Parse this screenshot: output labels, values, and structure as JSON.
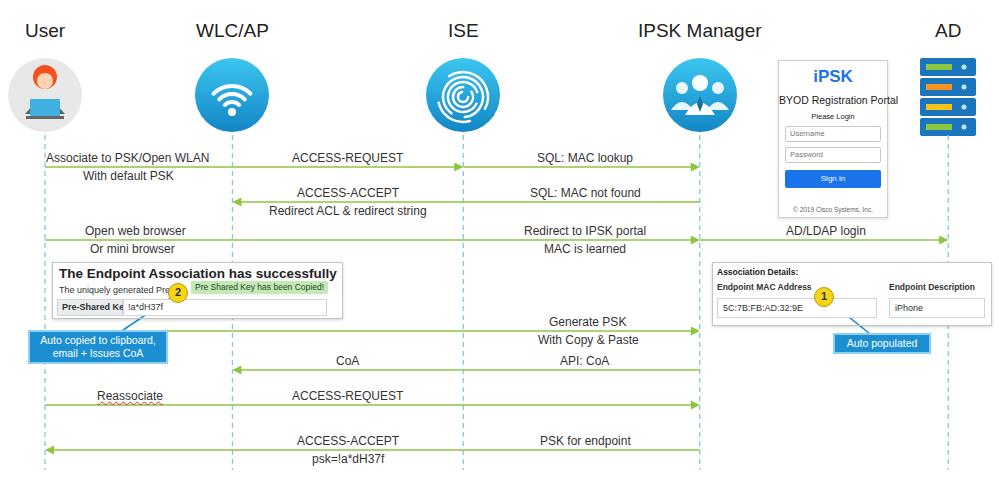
{
  "diagram": {
    "nodes": [
      {
        "text": [
          "User"
        ]
      },
      {
        "text": [
          "WLC/AP"
        ]
      },
      {
        "text": [
          "ISE"
        ]
      },
      {
        "text": [
          "IPSK Manager"
        ]
      },
      {
        "text": [
          "AD"
        ]
      },
      {
        "text": [
          "iPSK",
          "BYOD Registration Portal",
          "Please Login",
          "© 2019 Cisco Systems, Inc."
        ]
      },
      {
        "text": [
          "Username"
        ],
        "in": 5
      },
      {
        "text": [
          "Password"
        ],
        "in": 5
      },
      {
        "text": [
          "Sign in"
        ],
        "in": 5
      },
      {
        "text": [
          "The Endpoint Association has successfully",
          "The uniquely generated Pre"
        ]
      },
      {
        "text": [
          "Pre-Shared Key"
        ],
        "in": 9
      },
      {
        "text": [
          "!a*dH37f"
        ],
        "in": 9
      },
      {
        "text": [
          "Pre Shared Key has been Copied!"
        ],
        "in": 9
      },
      {
        "text": [
          "2"
        ]
      },
      {
        "text": [
          "Auto copied to clipboard, email + Issues CoA"
        ]
      },
      {
        "text": [
          "Association Details:",
          "Endpoint MAC Address",
          "Endpoint Description"
        ]
      },
      {
        "text": [
          "5C:7B:FB:AD:32:9E"
        ],
        "in": 15
      },
      {
        "text": [
          "iPhone"
        ],
        "in": 15
      },
      {
        "text": [
          "1"
        ]
      },
      {
        "text": [
          "Auto populated"
        ]
      }
    ],
    "edges": [
      {
        "from": 0,
        "to": 2,
        "arrow": "to",
        "label": "Associate to PSK/Open WLAN"
      },
      {
        "from": 2,
        "to": 3,
        "arrow": "to",
        "label": "SQL: MAC lookup"
      },
      {
        "from": 3,
        "to": 1,
        "arrow": "to",
        "label": "SQL: MAC not found"
      },
      {
        "from": 0,
        "to": 3,
        "arrow": "to",
        "label": "Open web browser"
      },
      {
        "from": 3,
        "to": 4,
        "arrow": "to",
        "label": "AD/LDAP login"
      },
      {
        "from": 0,
        "to": 3,
        "arrow": "to",
        "label": "Generate PSK"
      },
      {
        "from": 3,
        "to": 1,
        "arrow": "to",
        "label": "API: CoA"
      },
      {
        "from": 0,
        "to": 3,
        "arrow": "to",
        "label": "Reassociate"
      },
      {
        "from": 3,
        "to": 0,
        "arrow": "to",
        "label": "PSK for endpoint"
      },
      {
        "from": 14,
        "to": 13,
        "arrow": "none"
      },
      {
        "from": 18,
        "to": 19,
        "arrow": "none"
      }
    ],
    "labels": [
      "ACCESS-REQUEST",
      "With default PSK",
      "ACCESS-ACCEPT",
      "Redirect ACL & redirect string",
      "Or mini browser",
      "Redirect to IPSK portal",
      "MAC is learned",
      "With Copy & Paste",
      "CoA",
      "ACCESS-REQUEST",
      "ACCESS-ACCEPT",
      "psk=!a*dH37f"
    ]
  }
}
